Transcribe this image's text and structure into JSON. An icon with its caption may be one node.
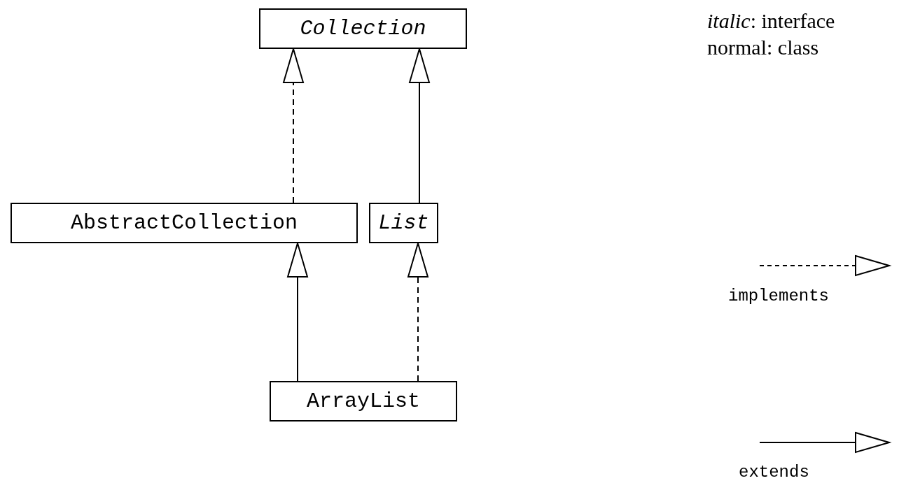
{
  "diagram": {
    "nodes": [
      {
        "text": [
          "Collection"
        ]
      },
      {
        "text": [
          "AbstractCollection"
        ]
      },
      {
        "text": [
          "List"
        ]
      },
      {
        "text": [
          "ArrayList"
        ]
      }
    ],
    "edges": [
      {
        "from": 1,
        "to": 0,
        "arrow": "to",
        "style": "dashed"
      },
      {
        "from": 2,
        "to": 0,
        "arrow": "to"
      },
      {
        "from": 3,
        "to": 1,
        "arrow": "to"
      },
      {
        "from": 3,
        "to": 2,
        "arrow": "to",
        "style": "dashed"
      }
    ],
    "labels": [
      "*italic*: interface",
      "normal: class"
    ],
    "legend": [
      {
        "text": "implements"
      },
      {
        "text": "extends"
      }
    ]
  }
}
